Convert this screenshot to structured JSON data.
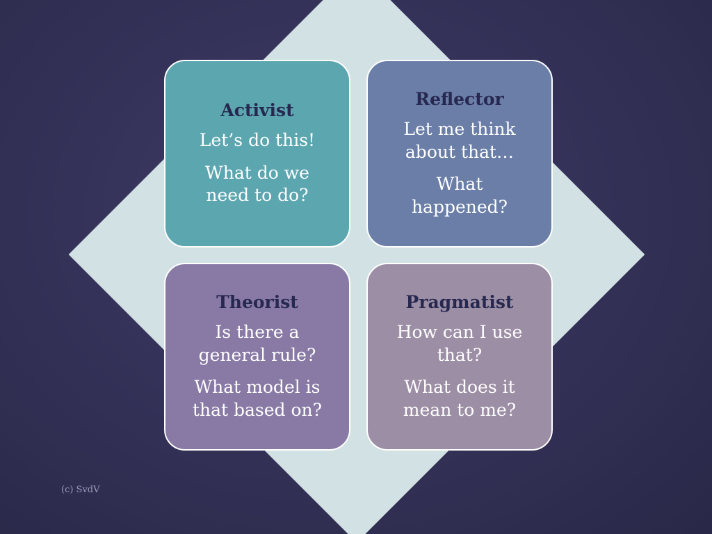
{
  "cards": [
    {
      "title": "Activist",
      "lines": [
        "Let’s do this!",
        "What do we\nneed to do?"
      ],
      "color": "#5ca6b0"
    },
    {
      "title": "Reflector",
      "lines": [
        "Let me think\nabout that…",
        "What\nhappened?"
      ],
      "color": "#6a7ea8"
    },
    {
      "title": "Theorist",
      "lines": [
        "Is there a\ngeneral rule?",
        "What model is\nthat based on?"
      ],
      "color": "#887aa5"
    },
    {
      "title": "Pragmatist",
      "lines": [
        "How can I use\nthat?",
        "What does it\nmean to me?"
      ],
      "color": "#9c8ea4"
    }
  ],
  "diamond_color": "#d2e1e4",
  "title_color": "#262850",
  "copyright": "(c) SvdV"
}
